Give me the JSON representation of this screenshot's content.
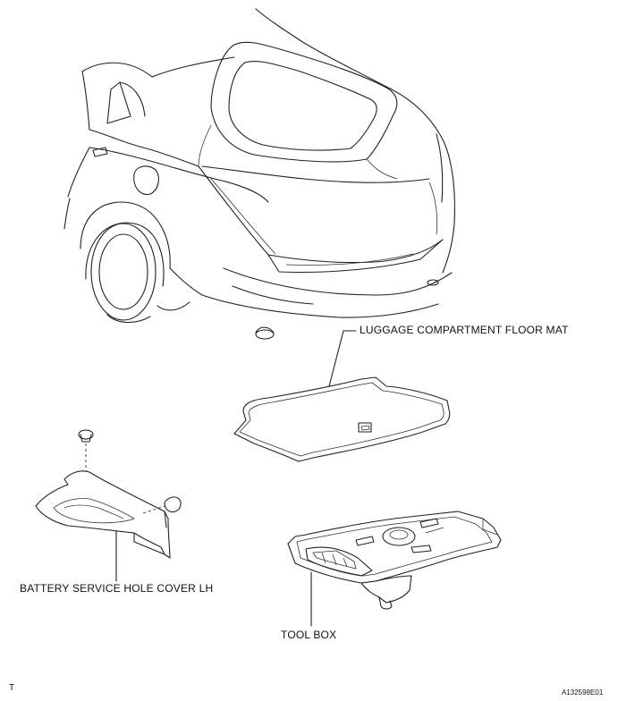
{
  "labels": {
    "floor_mat": "LUGGAGE COMPARTMENT FLOOR MAT",
    "battery_cover": "BATTERY SERVICE HOLE COVER LH",
    "tool_box": "TOOL BOX"
  },
  "footer": {
    "left_mark": "T",
    "figure_id": "A132598E01"
  }
}
